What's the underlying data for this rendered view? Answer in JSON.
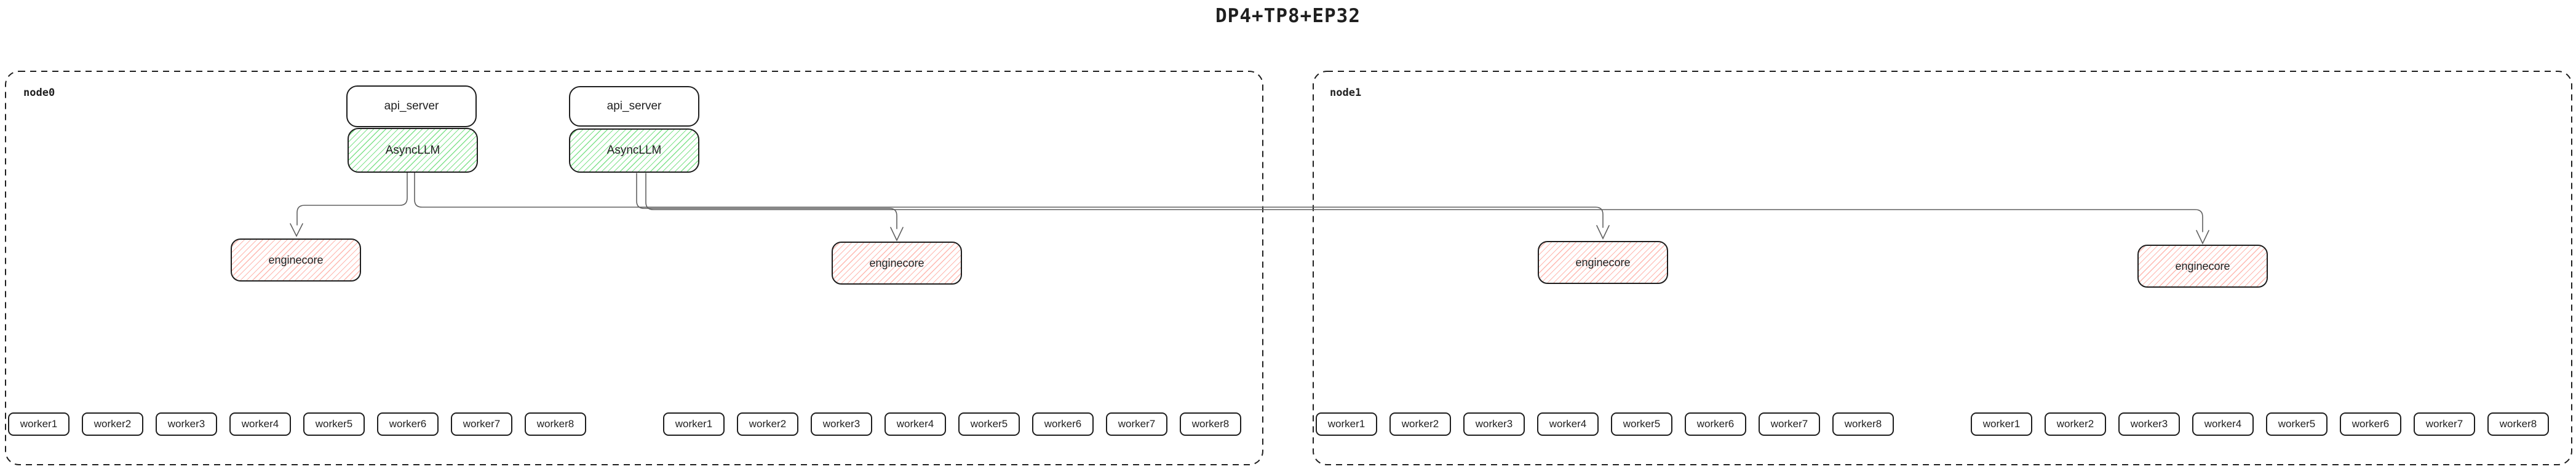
{
  "title": "DP4+TP8+EP32",
  "colors": {
    "box_border": "#1e1e1e",
    "green_hatch": "#79e085",
    "red_hatch": "#ffa69c",
    "connector": "#606060",
    "background": "#ffffff"
  },
  "node0": {
    "label": "node0",
    "stacks": [
      {
        "api_server": "api_server",
        "asyncllm": "AsyncLLM"
      },
      {
        "api_server": "api_server",
        "asyncllm": "AsyncLLM"
      }
    ],
    "enginecores": [
      "enginecore",
      "enginecore"
    ],
    "worker_groups": [
      [
        "worker1",
        "worker2",
        "worker3",
        "worker4",
        "worker5",
        "worker6",
        "worker7",
        "worker8"
      ],
      [
        "worker1",
        "worker2",
        "worker3",
        "worker4",
        "worker5",
        "worker6",
        "worker7",
        "worker8"
      ]
    ]
  },
  "node1": {
    "label": "node1",
    "enginecores": [
      "enginecore",
      "enginecore"
    ],
    "worker_groups": [
      [
        "worker1",
        "worker2",
        "worker3",
        "worker4",
        "worker5",
        "worker6",
        "worker7",
        "worker8"
      ],
      [
        "worker1",
        "worker2",
        "worker3",
        "worker4",
        "worker5",
        "worker6",
        "worker7",
        "worker8"
      ]
    ]
  }
}
